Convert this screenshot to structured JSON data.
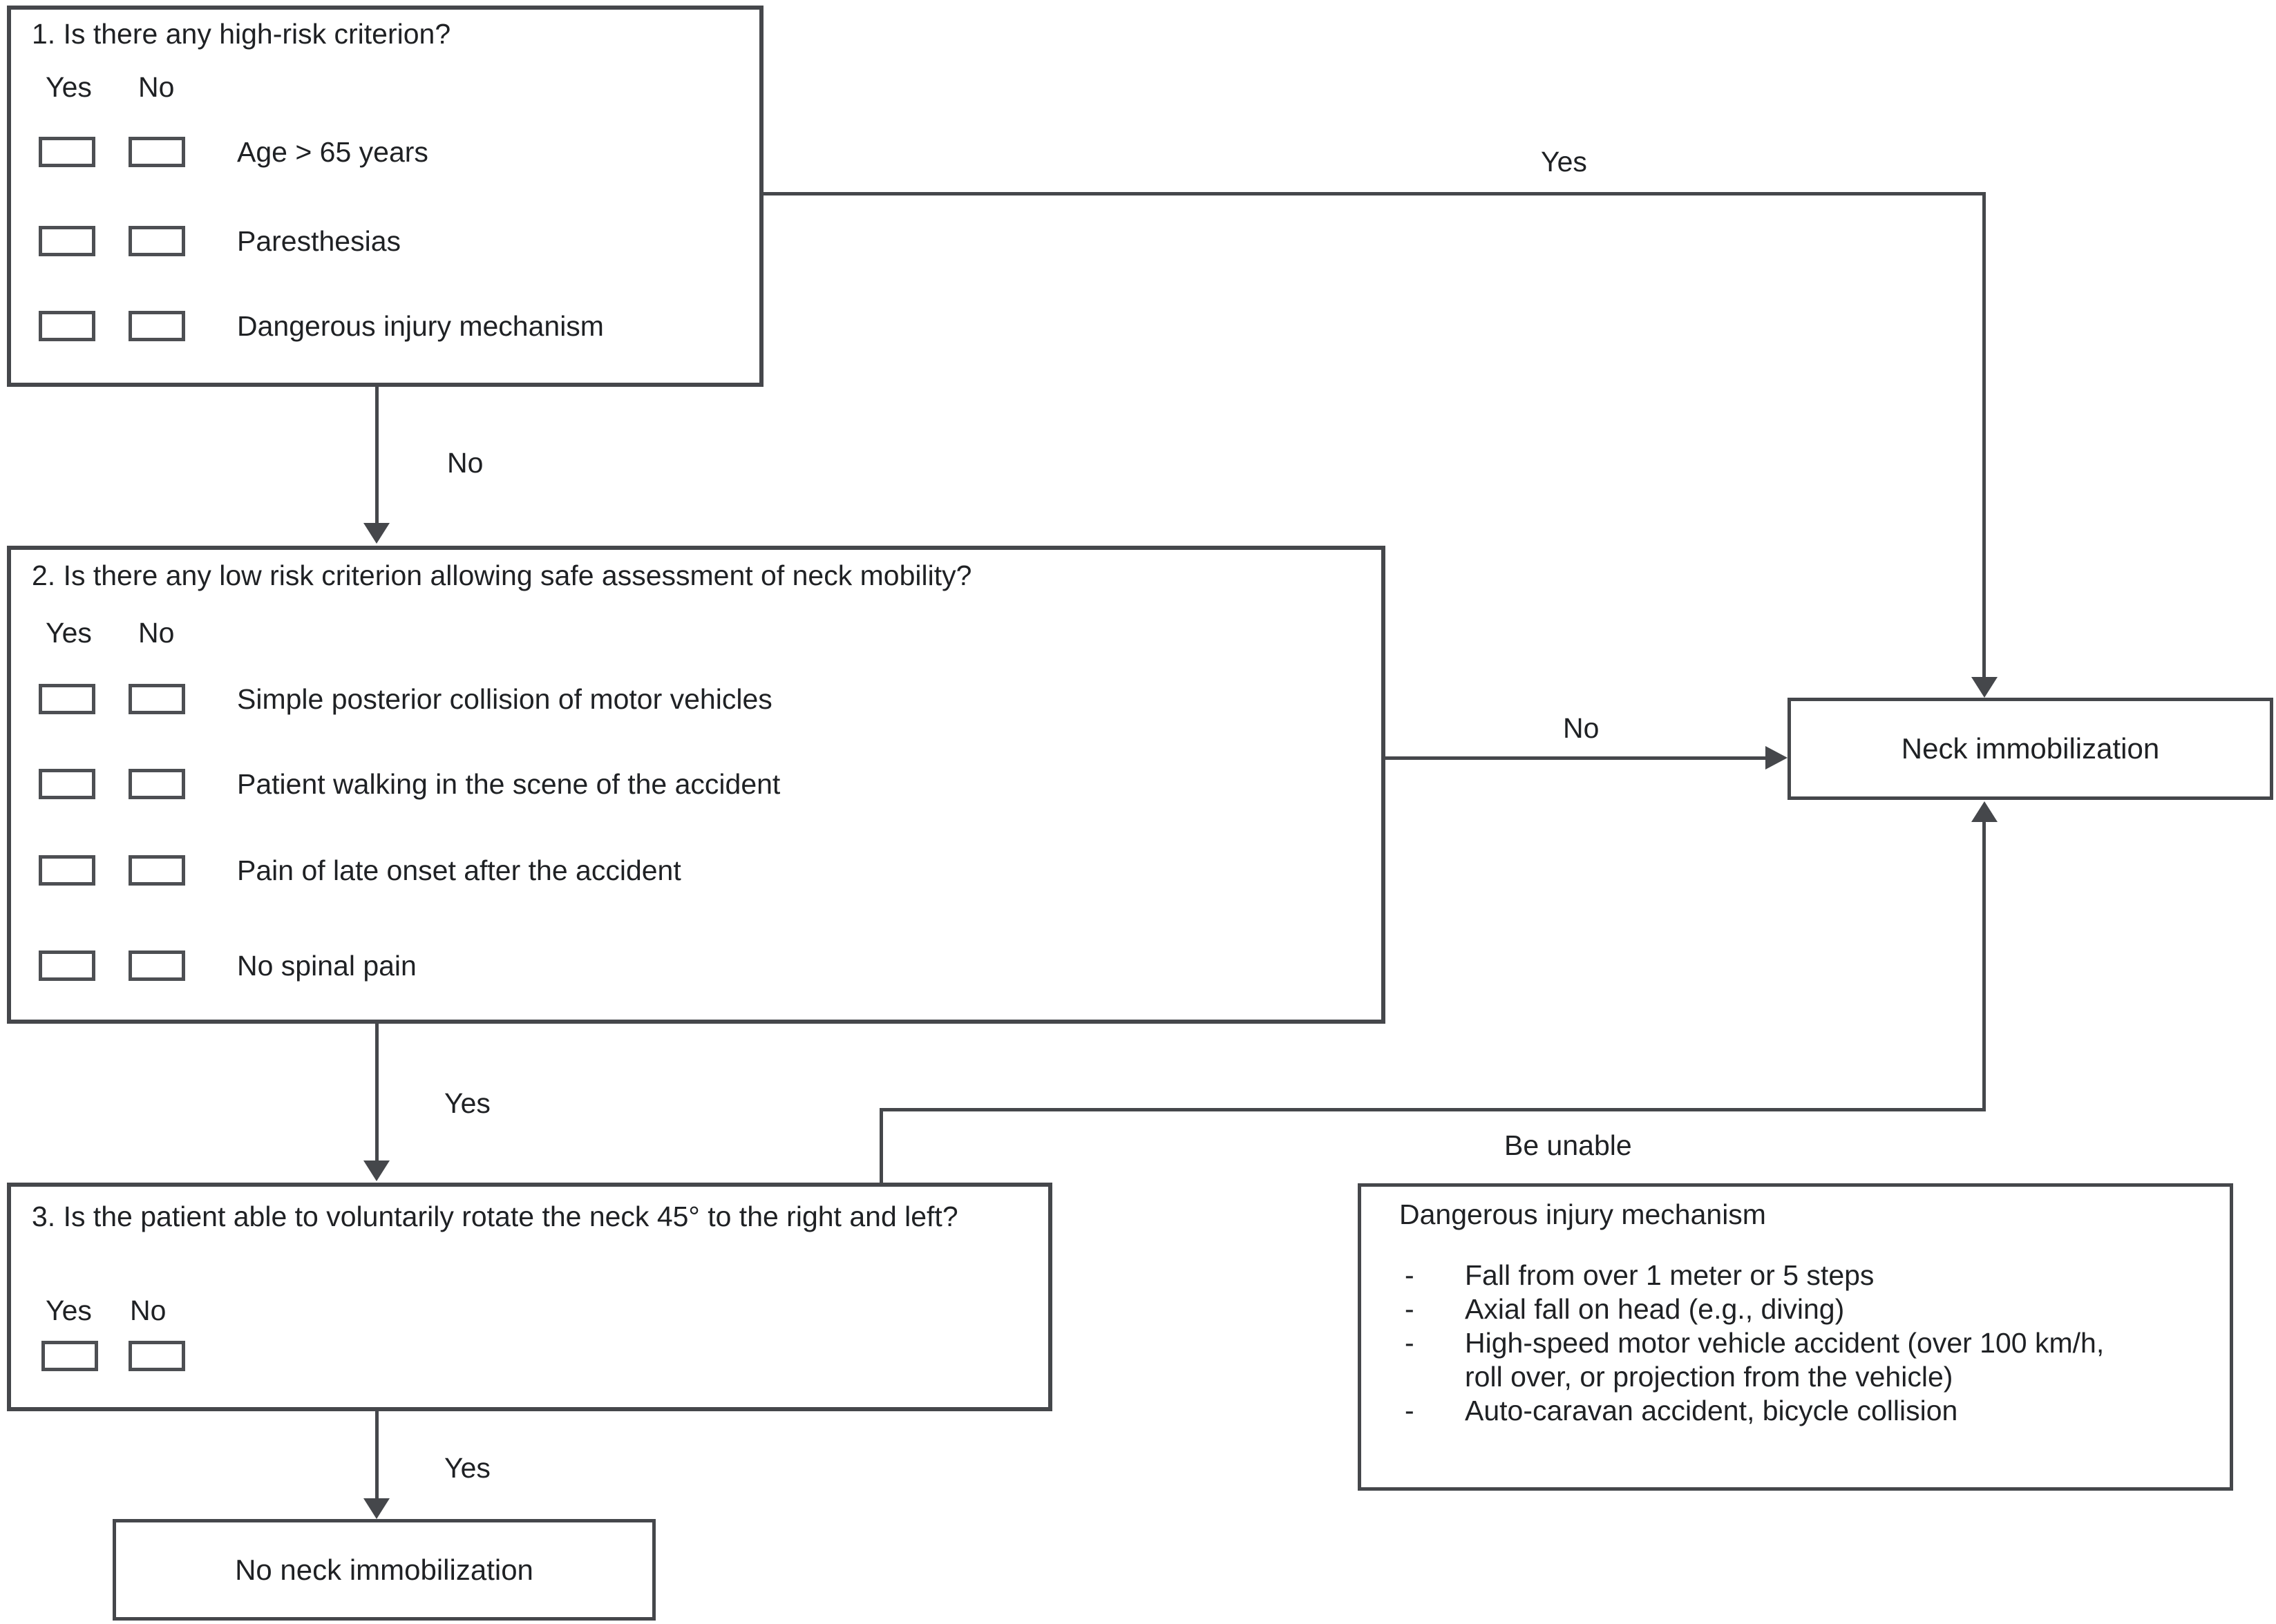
{
  "diagram": {
    "colors": {
      "line": "#45474b",
      "checkbox_border": "#4d4f53",
      "text": "#1f2124",
      "background": "#ffffff"
    },
    "boxes": {
      "q1": {
        "title": "1. Is there any high-risk criterion?",
        "yes_col": "Yes",
        "no_col": "No",
        "items": [
          "Age > 65 years",
          "Paresthesias",
          "Dangerous injury mechanism"
        ]
      },
      "q2": {
        "title": "2. Is there any low risk criterion allowing safe assessment of neck mobility?",
        "yes_col": "Yes",
        "no_col": "No",
        "items": [
          "Simple posterior collision of motor vehicles",
          "Patient walking in the scene of the accident",
          "Pain of late onset after the accident",
          "No spinal pain"
        ]
      },
      "q3": {
        "title": "3. Is the patient able to voluntarily rotate the neck 45° to the right and left?",
        "yes_col": "Yes",
        "no_col": "No"
      },
      "neck_immobilization": {
        "label": "Neck immobilization"
      },
      "no_neck_immobilization": {
        "label": "No neck immobilization"
      },
      "info": {
        "title": "Dangerous injury mechanism",
        "bullet_char": "-",
        "items": [
          "Fall from over 1 meter or 5 steps",
          "Axial fall on head (e.g., diving)",
          "High-speed motor vehicle accident (over 100 km/h,\nroll over, or projection from the vehicle)",
          "Auto-caravan accident, bicycle collision"
        ]
      }
    },
    "edge_labels": {
      "q1_yes": "Yes",
      "q1_no": "No",
      "q2_no": "No",
      "q2_yes": "Yes",
      "q3_be_unable": "Be unable",
      "q3_yes": "Yes"
    }
  }
}
